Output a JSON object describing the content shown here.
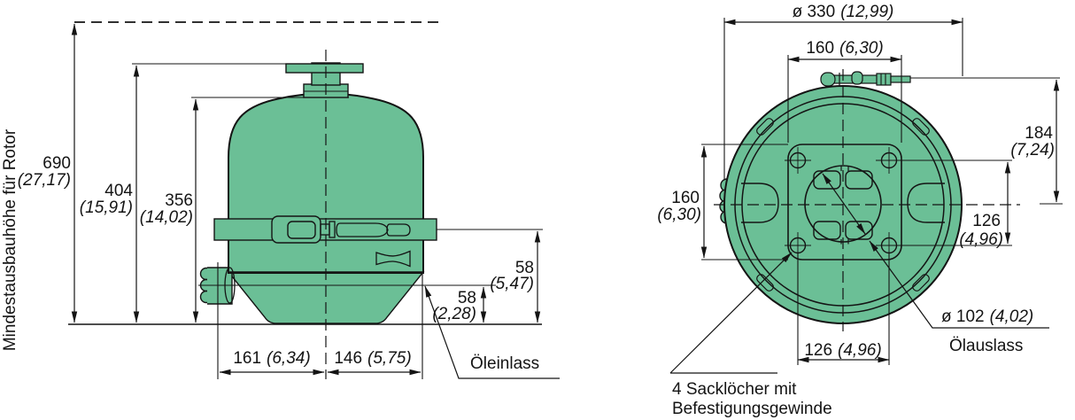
{
  "colors": {
    "body_fill": "#6bbf96",
    "line": "#141414",
    "background": "#ffffff"
  },
  "left_view": {
    "rotor_note": "Mindestausbauhöhe für Rotor",
    "dim_690": {
      "value": "690",
      "inches": "(27,17)"
    },
    "dim_404": {
      "value": "404",
      "inches": "(15,91)"
    },
    "dim_356": {
      "value": "356",
      "inches": "(14,02)"
    },
    "dim_58a": {
      "value": "58",
      "inches": "(5,47)"
    },
    "dim_58b": {
      "value": "58",
      "inches": "(2,28)"
    },
    "dim_161": {
      "value": "161",
      "inches": "(6,34)"
    },
    "dim_146": {
      "value": "146",
      "inches": "(5,75)"
    },
    "oil_inlet_label": "Öleinlass"
  },
  "bottom_view": {
    "dim_330": {
      "value": "ø 330",
      "inches": "(12,99)"
    },
    "dim_160_top": {
      "value": "160",
      "inches": "(6,30)"
    },
    "dim_160_left": {
      "value": "160",
      "inches": "(6,30)"
    },
    "dim_184": {
      "value": "184",
      "inches": "(7,24)"
    },
    "dim_126_right": {
      "value": "126",
      "inches": "(4,96)"
    },
    "dim_126_bottom": {
      "value": "126",
      "inches": "(4,96)"
    },
    "dim_102": {
      "value": "ø 102",
      "inches": "(4,02)"
    },
    "oil_outlet_label": "Ölauslass",
    "blind_holes_note_line1": "4 Sacklöcher mit",
    "blind_holes_note_line2": "Befestigungsgewinde"
  }
}
